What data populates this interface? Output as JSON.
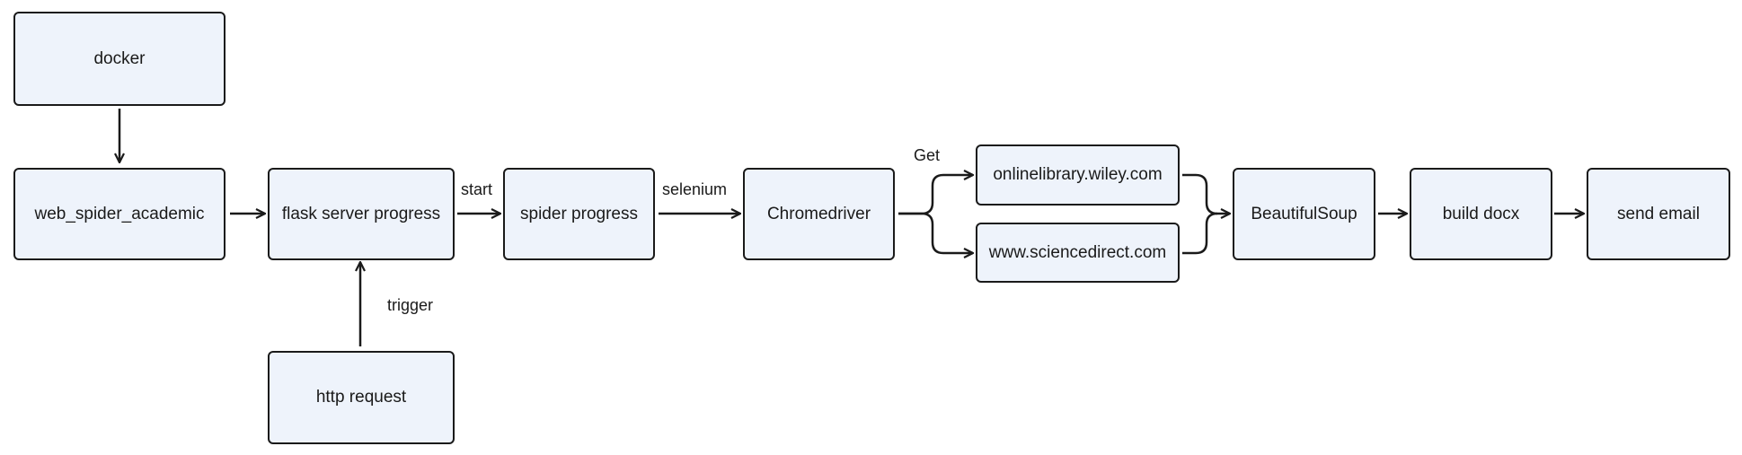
{
  "diagram": {
    "nodes": {
      "docker": "docker",
      "web_spider_academic": "web_spider_academic",
      "flask_server": "flask server progress",
      "http_request": "http request",
      "spider_progress": "spider progress",
      "chromedriver": "Chromedriver",
      "wiley": "onlinelibrary.wiley.com",
      "sciencedirect": "www.sciencedirect.com",
      "beautifulsoup": "BeautifulSoup",
      "build_docx": "build docx",
      "send_email": "send email"
    },
    "edge_labels": {
      "start": "start",
      "selenium": "selenium",
      "get": "Get",
      "trigger": "trigger"
    },
    "colors": {
      "node_fill": "#eef3fb",
      "stroke": "#1a1a1a"
    }
  }
}
